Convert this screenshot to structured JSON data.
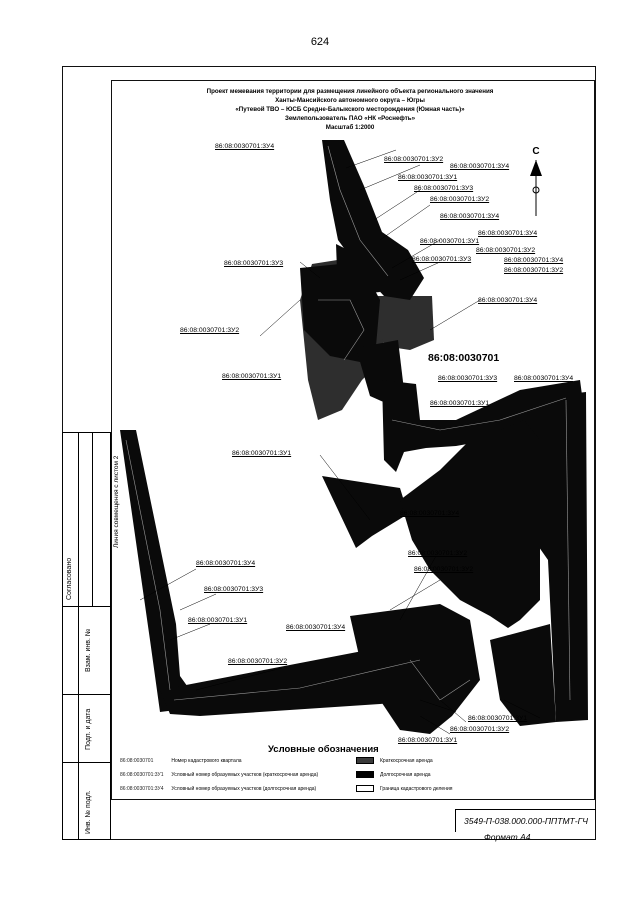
{
  "page_number": "624",
  "title": {
    "line1": "Проект межевания территории для размещения линейного объекта регионального значения",
    "line2": "Ханты-Мансийского автономного округа – Югры",
    "line3": "«Путевой ТВО – ЮСБ Средне-Балыкского месторождения (Южная часть)»",
    "line4": "Землепользователь ПАО «НК «Роснефть»",
    "scale": "Масштаб 1:2000"
  },
  "north_label": "С",
  "block_label": "86:08:0030701",
  "parcels": [
    "86:08:0030701:3У4",
    "86:08:0030701:3У2",
    "86:08:0030701:3У4",
    "86:08:0030701:3У1",
    "86:08:0030701:3У3",
    "86:08:0030701:3У2",
    "86:08:0030701:3У4",
    "86:08:0030701:3У4",
    "86:08:0030701:3У1",
    "86:08:0030701:3У2",
    "86:08:0030701:3У3",
    "86:08:0030701:3У4",
    "86:08:0030701:3У2",
    "86:08:0030701:3У3",
    "86:08:0030701:3У2",
    "86:08:0030701:3У4",
    "86:08:0030701:3У1",
    "86:08:0030701:3У3",
    "86:08:0030701:3У4",
    "86:08:0030701:3У1",
    "86:08:0030701:3У1",
    "86:08:0030701:3У4",
    "86:08:0030701:3У2",
    "86:08:0030701:3У4",
    "86:08:0030701:3У2",
    "86:08:0030701:3У3",
    "86:08:0030701:3У1",
    "86:08:0030701:3У4",
    "86:08:0030701:3У2",
    "86:08:0030701:3У1",
    "86:08:0030701:3У2",
    "86:08:0030701:3У1"
  ],
  "side_strip": {
    "soglasovano": "Согласовано",
    "vzam": "Взам. инв. №",
    "podp": "Подп. и дата",
    "inv": "Инв. № подл.",
    "sheet_note": "Линия совмещения с листом 2"
  },
  "legend": {
    "title": "Условные обозначения",
    "rows": [
      {
        "code": "86:08:0030701",
        "text": "Номер кадастрового квартала"
      },
      {
        "code": "86:08:0030701:3У1",
        "text": "Условный номер образуемых участков (краткосрочная аренда)"
      },
      {
        "code": "86:08:0030701:3У4",
        "text": "Условный номер образуемых участков (долгосрочная аренда)"
      }
    ],
    "swatches": [
      {
        "label": "Краткосрочная аренда",
        "fill": "#3a3a3a"
      },
      {
        "label": "Долгосрочная аренда",
        "fill": "#000000"
      },
      {
        "label": "Граница кадастрового деления",
        "fill": "#ffffff"
      }
    ]
  },
  "stamp_code": "3549-П-038.000.000-ППТМТ-ГЧ",
  "format_label": "Формат А4"
}
